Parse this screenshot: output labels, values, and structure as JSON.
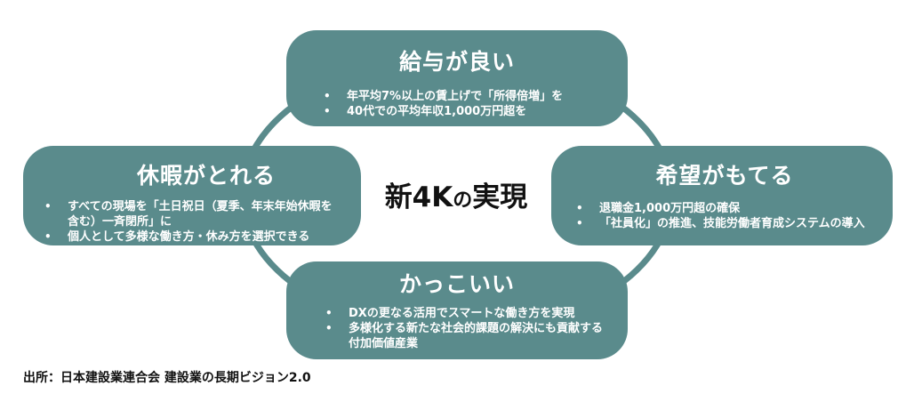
{
  "diagram": {
    "center_title_main": "新4K",
    "center_title_particle": "の",
    "center_title_end": "実現",
    "nodes": {
      "top": {
        "title": "給与が良い",
        "bullets": [
          "年平均7%以上の賃上げで「所得倍増」を",
          "40代での平均年収1,000万円超を"
        ]
      },
      "left": {
        "title": "休暇がとれる",
        "bullets": [
          "すべての現場を「土日祝日（夏季、年末年始休暇を含む）一斉閉所」に",
          "個人として多様な働き方・休み方を選択できる"
        ]
      },
      "right": {
        "title": "希望がもてる",
        "bullets": [
          "退職金1,000万円超の確保",
          "「社員化」の推進、技能労働者育成システムの導入"
        ]
      },
      "bottom": {
        "title": "かっこいい",
        "bullets": [
          "DXの更なる活用でスマートな働き方を実現",
          "多様化する新たな社会的課題の解決にも貢献する付加価値産業"
        ]
      }
    },
    "colors": {
      "box": "#5a8b8c",
      "ring": "#5a8b8c",
      "text_on_box": "#ffffff",
      "center_text": "#111111"
    }
  },
  "source": "出所：日本建設業連合会 建設業の長期ビジョン2.0"
}
